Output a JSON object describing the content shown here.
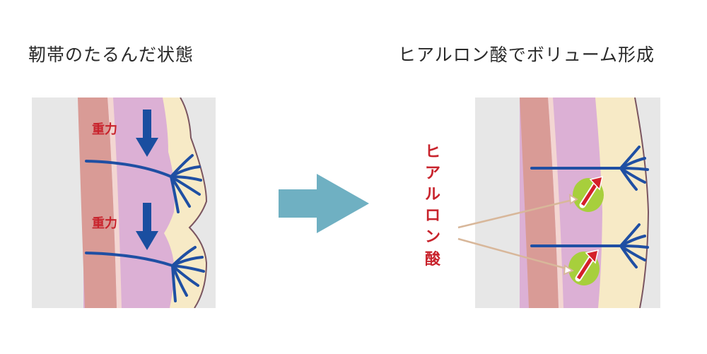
{
  "left_panel": {
    "title": "靭帯のたるんだ状態",
    "gravity_label_top": "重力",
    "gravity_label_bottom": "重力"
  },
  "right_panel": {
    "title": "ヒアルロン酸でボリューム形成",
    "hyaluronic_label_chars": [
      "ヒ",
      "ア",
      "ル",
      "ロ",
      "ン",
      "酸"
    ]
  },
  "colors": {
    "background_gray": "#e7e7e7",
    "muscle_pink": "#d99b96",
    "thin_pink": "#f3d6d2",
    "fat_purple": "#dcb0d5",
    "skin_cream": "#f7eac6",
    "ligament_blue": "#1f4fa3",
    "gravity_arrow_blue": "#1a4ea0",
    "label_red": "#c8232c",
    "transition_arrow": "#6fb0c2",
    "hyaluronic_green": "#a7cf3c",
    "pointer_tan": "#d8b79a"
  },
  "icons": [
    "gravity-arrow-icon",
    "transition-arrow-icon",
    "volume-up-arrow-icon"
  ]
}
